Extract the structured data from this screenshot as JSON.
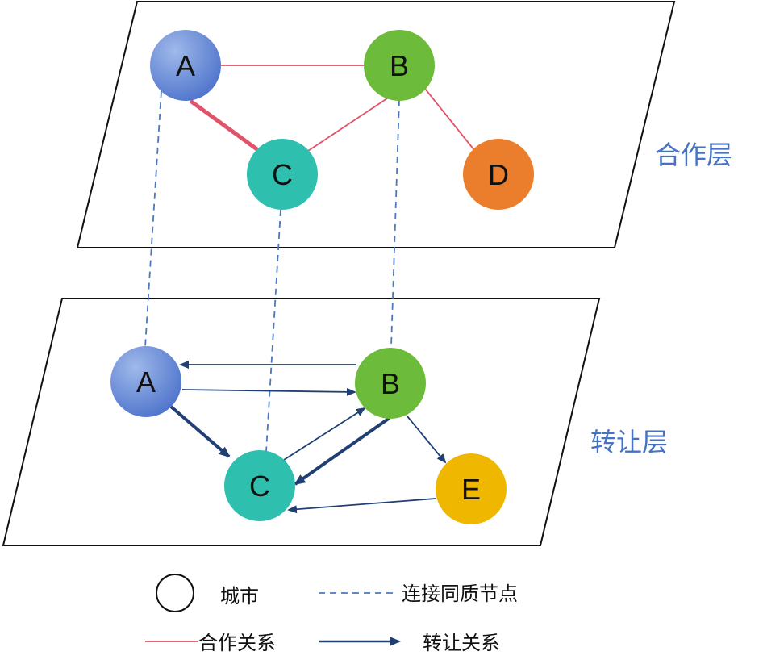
{
  "layers": {
    "cooperation": {
      "title": "合作层"
    },
    "transfer": {
      "title": "转让层"
    }
  },
  "nodes": {
    "coop_A": {
      "label": "A"
    },
    "coop_B": {
      "label": "B"
    },
    "coop_C": {
      "label": "C"
    },
    "coop_D": {
      "label": "D"
    },
    "trans_A": {
      "label": "A"
    },
    "trans_B": {
      "label": "B"
    },
    "trans_C": {
      "label": "C"
    },
    "trans_E": {
      "label": "E"
    }
  },
  "legend": {
    "city": "城市",
    "same_node_link": "连接同质节点",
    "cooperation": "合作关系",
    "transfer": "转让关系"
  },
  "colors": {
    "node_A": "#5b7fd0",
    "node_B": "#6dbb3a",
    "node_C": "#2ebfae",
    "node_D": "#ea7e2c",
    "node_E": "#efb700",
    "cooperation_edge": "#e0536a",
    "transfer_edge": "#203f73",
    "same_node_link": "#4a78c2",
    "layer_title": "#4472C4"
  }
}
